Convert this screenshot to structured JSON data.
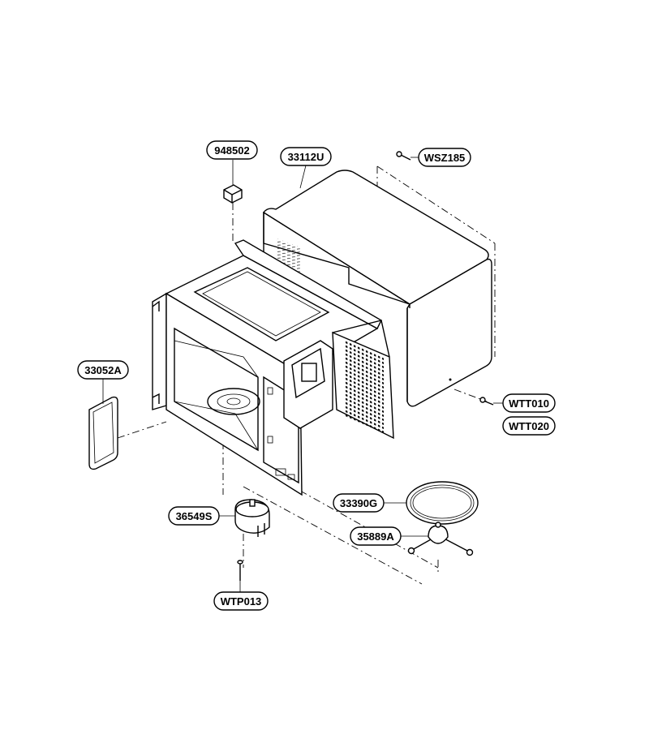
{
  "parts": [
    {
      "id": "label-948502",
      "text": "948502"
    },
    {
      "id": "label-33112U",
      "text": "33112U"
    },
    {
      "id": "label-WSZ185",
      "text": "WSZ185"
    },
    {
      "id": "label-33052A",
      "text": "33052A"
    },
    {
      "id": "label-WTT010",
      "text": "WTT010"
    },
    {
      "id": "label-WTT020",
      "text": "WTT020"
    },
    {
      "id": "label-33390G",
      "text": "33390G"
    },
    {
      "id": "label-36549S",
      "text": "36549S"
    },
    {
      "id": "label-35889A",
      "text": "35889A"
    },
    {
      "id": "label-WTP013",
      "text": "WTP013"
    }
  ]
}
